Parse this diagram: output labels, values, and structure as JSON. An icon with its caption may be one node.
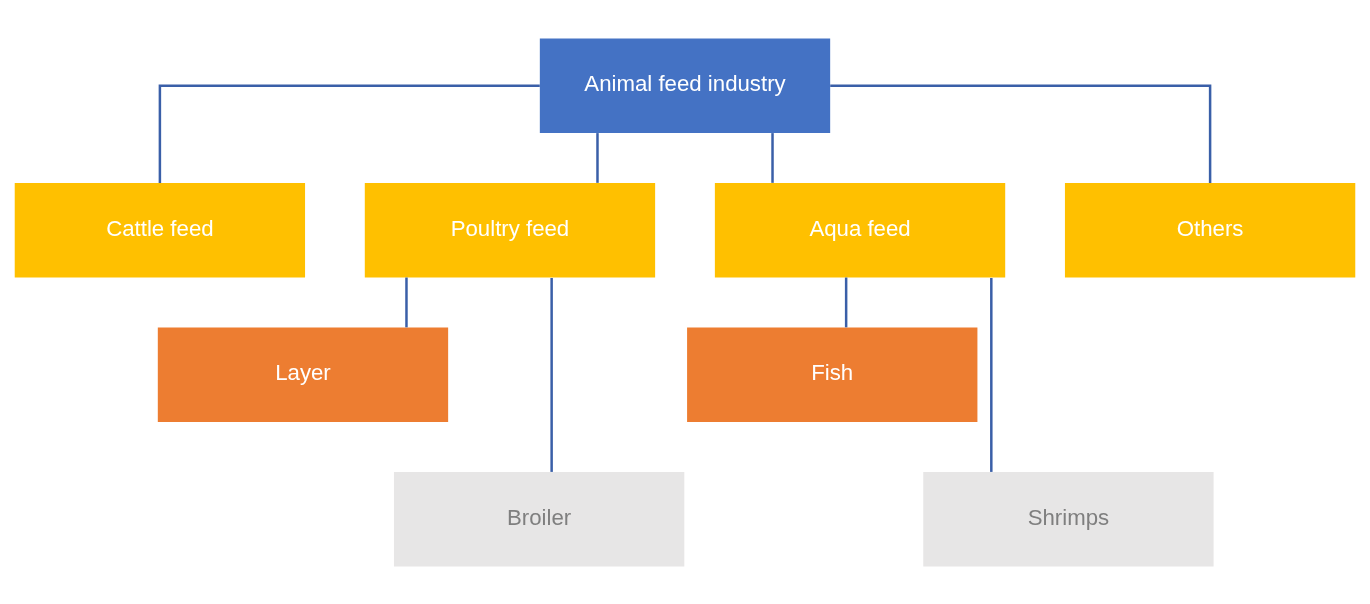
{
  "diagram": {
    "nodes": [
      {
        "text": [
          "Animal feed industry"
        ]
      },
      {
        "text": [
          "Cattle feed"
        ]
      },
      {
        "text": [
          "Poultry feed"
        ]
      },
      {
        "text": [
          "Aqua feed"
        ]
      },
      {
        "text": [
          "Others"
        ]
      },
      {
        "text": [
          "Layer"
        ]
      },
      {
        "text": [
          "Fish"
        ]
      },
      {
        "text": [
          "Broiler"
        ]
      },
      {
        "text": [
          "Shrimps"
        ]
      }
    ],
    "edges": [
      {
        "from": 0,
        "to": 1,
        "arrow": "none"
      },
      {
        "from": 0,
        "to": 2,
        "arrow": "none"
      },
      {
        "from": 0,
        "to": 3,
        "arrow": "none"
      },
      {
        "from": 0,
        "to": 4,
        "arrow": "none"
      },
      {
        "from": 2,
        "to": 5,
        "arrow": "none"
      },
      {
        "from": 2,
        "to": 7,
        "arrow": "none"
      },
      {
        "from": 3,
        "to": 6,
        "arrow": "none"
      },
      {
        "from": 3,
        "to": 8,
        "arrow": "none"
      }
    ]
  }
}
